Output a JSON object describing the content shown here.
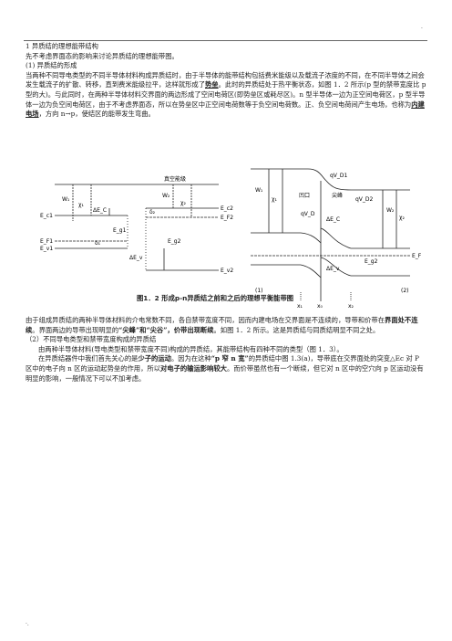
{
  "marks": {
    "top_right": "·",
    "bottom_left": "·."
  },
  "title": "1 异质结的理想能带结构",
  "intro": "先不考虑界面态的影响来讨论异质结的理想能带图。",
  "sec1": "(1)  异质结的形成",
  "para1": {
    "a": "当两种不同导电类型的不同半导体材料构成异质结时，由于半导体的能带结构包括费米能级以及载流子浓度的不同，在不同半导体之间会发生载流子的扩散、转移，直到费米能级拉平，这样就形成了",
    "b": "势垒",
    "c": "。此时的异质结处于热平衡状态，如图 1．2 所示(p 型的禁带宽度比 p 型的大)。与此同时，在两种半导体材料交界面的两边形成了空间电荷区(即势垒区或耗尽区)。n 型半导体一边为正空间电荷区，p 型半导体一边为负空间电荷区，由于不考虑界面态，所以在势垒区中正空间电荷数等于负空间电荷数。正、负空间电荷间产生电场，也称为",
    "d": "内建电场",
    "e": "，方向 n→p，使结区的能带发生弯曲。"
  },
  "figure": {
    "caption": "图1．2  形成p-n异质结之前和之后的理想平衡能带图",
    "left": {
      "vacuum": "真空能级",
      "labels": [
        "W₁",
        "χ₁",
        "W₂",
        "χ₂",
        "ΔE_C",
        "E_c1",
        "E_c2",
        "E_F1",
        "E_F2",
        "E_g1",
        "E_g2",
        "E_v1",
        "E_v2",
        "ΔE_v",
        "δ₁",
        "δ₂"
      ]
    },
    "right": {
      "labels": [
        "W₁",
        "χ₁",
        "qV_D1",
        "qV_D2",
        "qV_D",
        "ΔE_C",
        "E_F",
        "ΔE_v",
        "E_g2",
        "W₂",
        "χ₂",
        "x₁",
        "x₀",
        "x₂",
        "(1)",
        "(2)"
      ],
      "notch": "凹口",
      "spike": "尖峰"
    }
  },
  "para2": {
    "a": "由于组成异质结的两种半导体材料的介电常数不同，各自禁带宽度不同，因而内建电场在交界面是不连续的，导带和价带在",
    "b": "界面处不连续",
    "c": "。界面两边的导带出现明显的",
    "d": "“尖峰”和“尖谷”，价带出现断续",
    "e": "。如图 1．2 所示。这是异质结与同质结明显不同之处。"
  },
  "sec2": "（2）不同导电类型和禁带宽度构成的异质结",
  "para3": "由两种半导体材料(导电类型和禁带宽度不同)构成的异质结，其能带结构有四种不同的类型（图 1．3）。",
  "para4": {
    "a": "在异质结器件中我们首先关心的是",
    "b": "少子的运动",
    "c": "。因为在这种",
    "d": "“p 窄 n 宽”",
    "e": "的异质结中图 1.3(a)，导带底在交界面处的突变△Ec 对 P 区中的电子向 n 区的运动起势垒的作用，所以",
    "f": "对电子的输运影响较大",
    "g": "。而价带虽然也有一个断续，但它对 n 区中的空穴向 p 区运动没有明显的影响，一般情况下可以不加考虑。"
  }
}
